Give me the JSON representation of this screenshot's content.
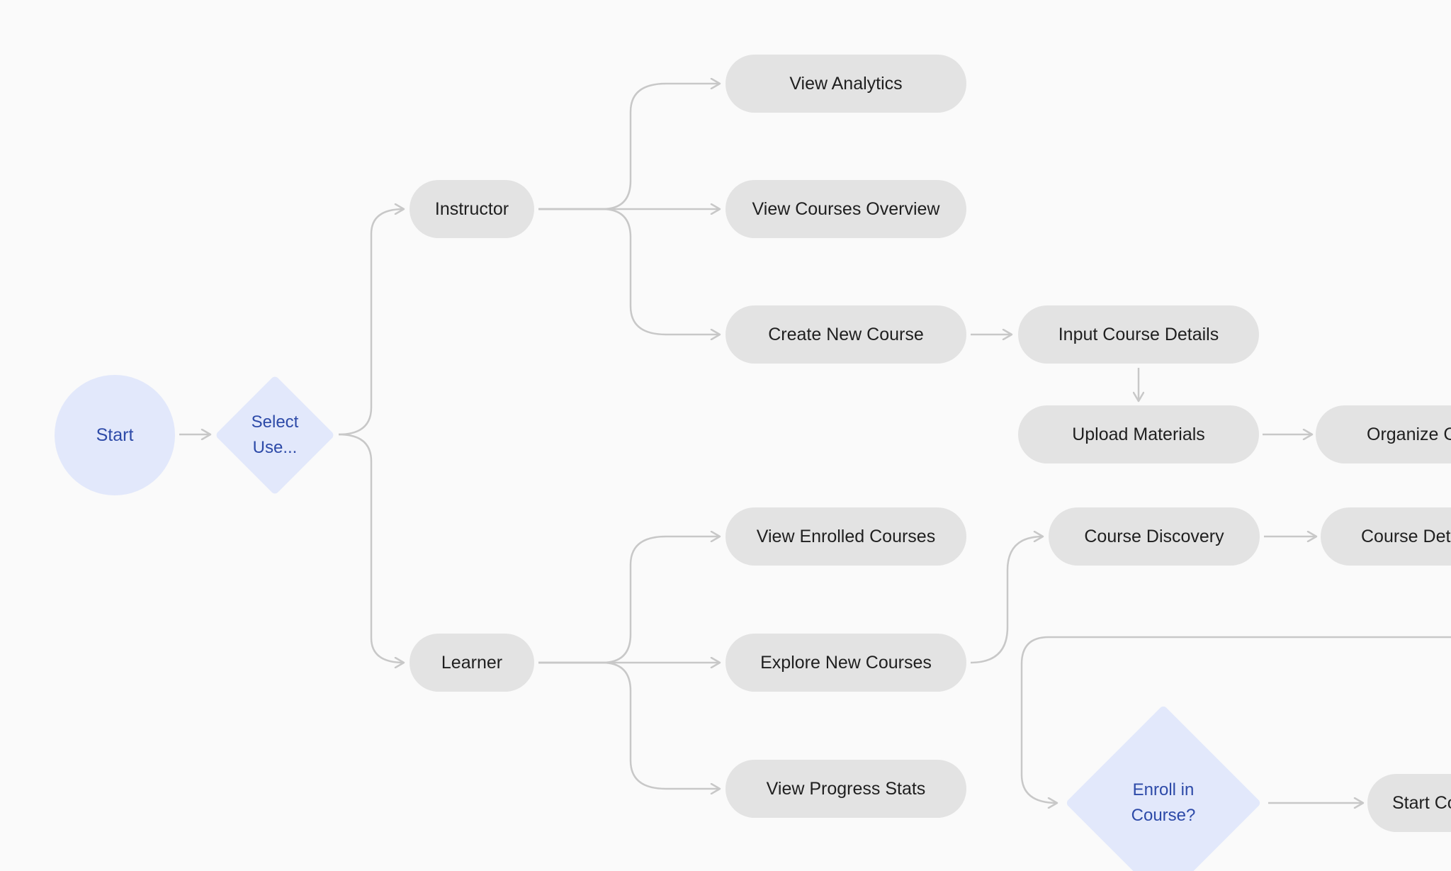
{
  "diagram": {
    "start": "Start",
    "decision_user": "Select\n Use...",
    "instructor": "Instructor",
    "learner": "Learner",
    "view_analytics": "View Analytics",
    "view_courses_overview": "View Courses Overview",
    "create_new_course": "Create New Course",
    "input_course_details": "Input Course Details",
    "upload_materials": "Upload Materials",
    "organize": "Organize C",
    "view_enrolled_courses": "View Enrolled Courses",
    "explore_new_courses": "Explore New Courses",
    "view_progress_stats": "View Progress Stats",
    "course_discovery": "Course Discovery",
    "course_details": "Course Det",
    "decision_enroll": "Enroll in\nCourse?",
    "start_course": "Start Co"
  },
  "colors": {
    "background": "#fafafa",
    "process_fill": "#e3e3e3",
    "terminal_fill": "#e2e8fb",
    "terminal_text": "#2d4aa8",
    "process_text": "#1f1f1f",
    "edge": "#c8c8c8"
  }
}
